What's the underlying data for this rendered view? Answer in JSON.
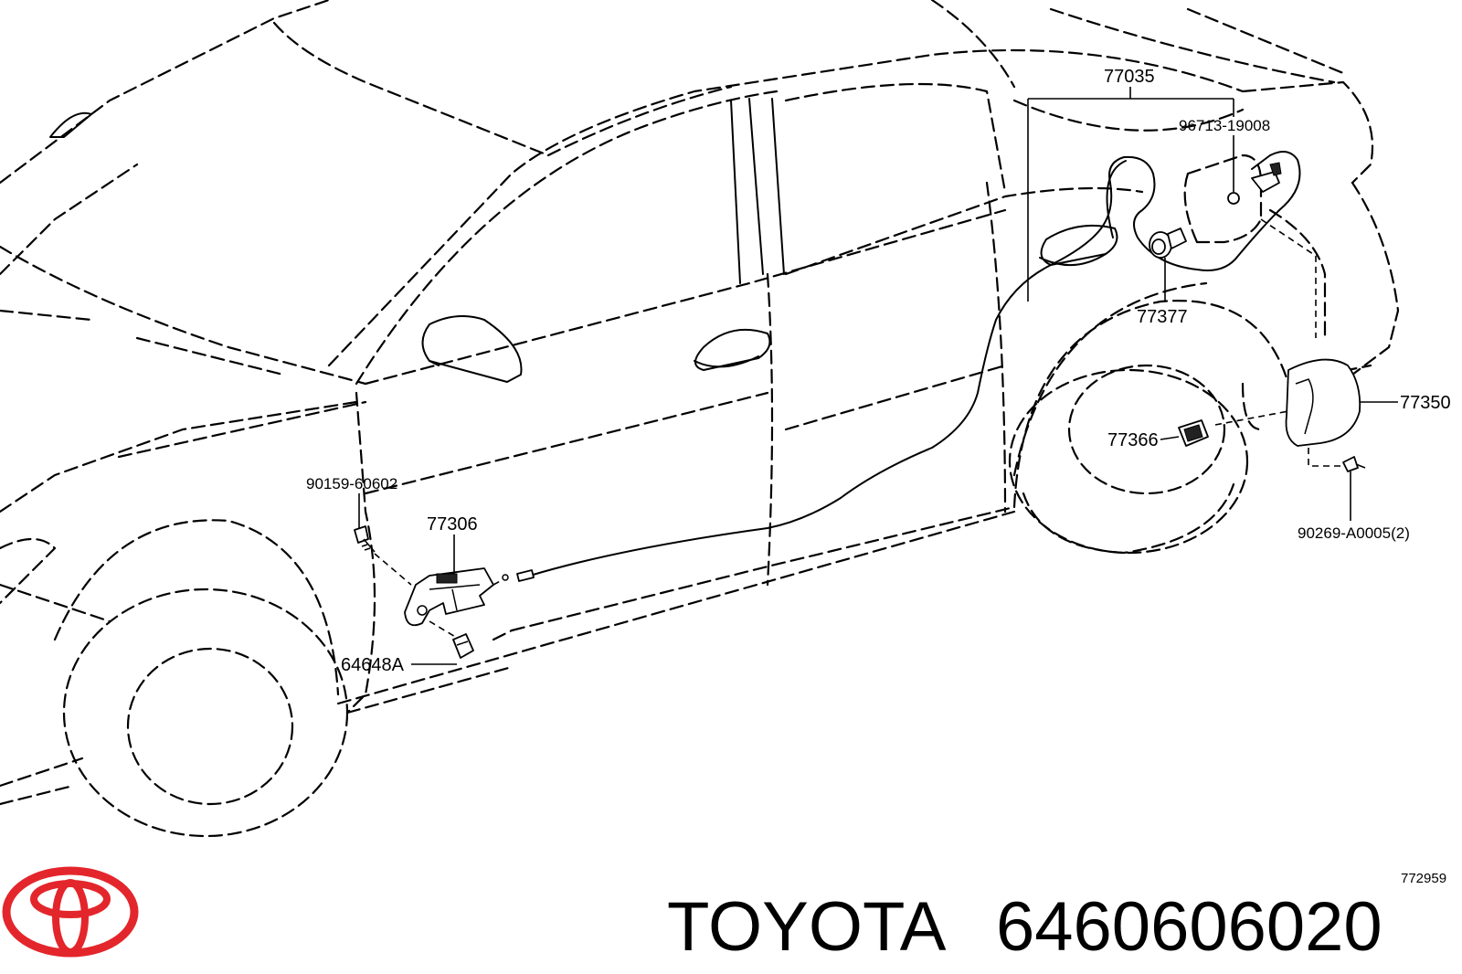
{
  "callouts": {
    "c77035": "77035",
    "c96713": "96713-19008",
    "c77377": "77377",
    "c77350": "77350",
    "c77366": "77366",
    "c90269": "90269-A0005(2)",
    "c90159": "90159-60602",
    "c77306": "77306",
    "c64648": "64648A"
  },
  "diagram_code": "772959",
  "footer": {
    "brand": "TOYOTA",
    "part_number": "6460606020"
  },
  "logo": {
    "name": "toyota-logo-icon",
    "color": "#e3262b"
  }
}
